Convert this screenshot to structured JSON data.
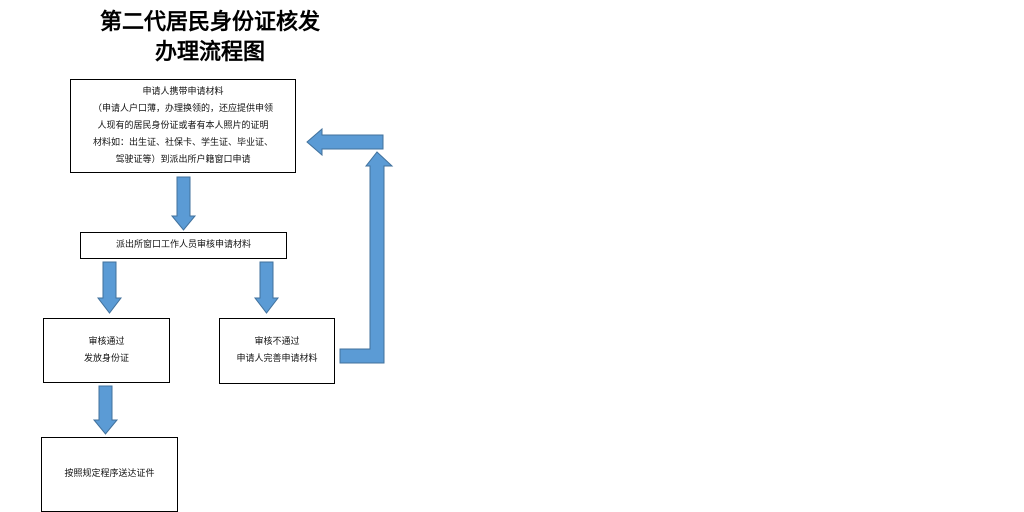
{
  "title": {
    "line1": "第二代居民身份证核发",
    "line2": "办理流程图"
  },
  "boxes": {
    "apply": {
      "lines": [
        "申请人携带申请材料",
        "（申请人户口薄，办理换领的，还应提供申领",
        "人现有的居民身份证或者有本人照片的证明",
        "材料如：出生证、社保卡、学生证、毕业证、",
        "驾驶证等）到派出所户籍窗口申请"
      ]
    },
    "review": {
      "lines": [
        "派出所窗口工作人员审核申请材料"
      ]
    },
    "pass": {
      "lines": [
        "审核通过",
        "发放身份证"
      ]
    },
    "fail": {
      "lines": [
        "审核不通过",
        "申请人完善申请材料"
      ]
    },
    "deliver": {
      "lines": [
        "按照规定程序送达证件"
      ]
    }
  },
  "colors": {
    "arrow_fill": "#5b9bd5",
    "arrow_stroke": "#41719c"
  }
}
